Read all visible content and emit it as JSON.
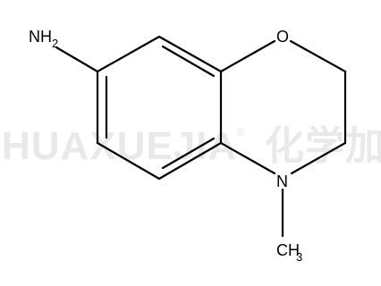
{
  "watermark": {
    "latin": "HUAXUEJIA",
    "registered": "®",
    "chinese": "化学加",
    "color": "#e9e9e9"
  },
  "molecule": {
    "bond_color": "#000000",
    "labels": {
      "amine_main": "NH",
      "amine_sub": "2",
      "oxygen": "O",
      "nitrogen": "N",
      "methyl_main": "CH",
      "methyl_sub": "3"
    }
  }
}
